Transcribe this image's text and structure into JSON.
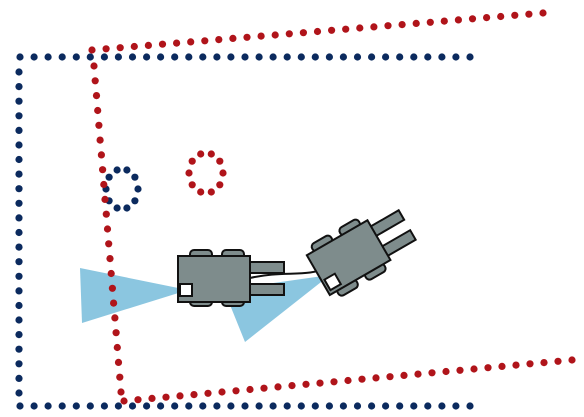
{
  "colors": {
    "background": "#ffffff",
    "walls_blue": "#0b2a5e",
    "walls_red": "#b0141a",
    "robot_body": "#7e8c8c",
    "robot_outline": "#111111",
    "sensor_beam": "#5aaed3",
    "tether": "#111111"
  },
  "scene": {
    "blue_walls": {
      "name": "reference-map-walls",
      "description_hidden": ""
    },
    "red_walls": {
      "name": "estimated-map-walls"
    },
    "robots": [
      {
        "name": "robot-current",
        "has_sensor_beam": true
      },
      {
        "name": "robot-previous",
        "has_sensor_beam": true
      }
    ],
    "tether": {
      "name": "trajectory-link"
    }
  }
}
